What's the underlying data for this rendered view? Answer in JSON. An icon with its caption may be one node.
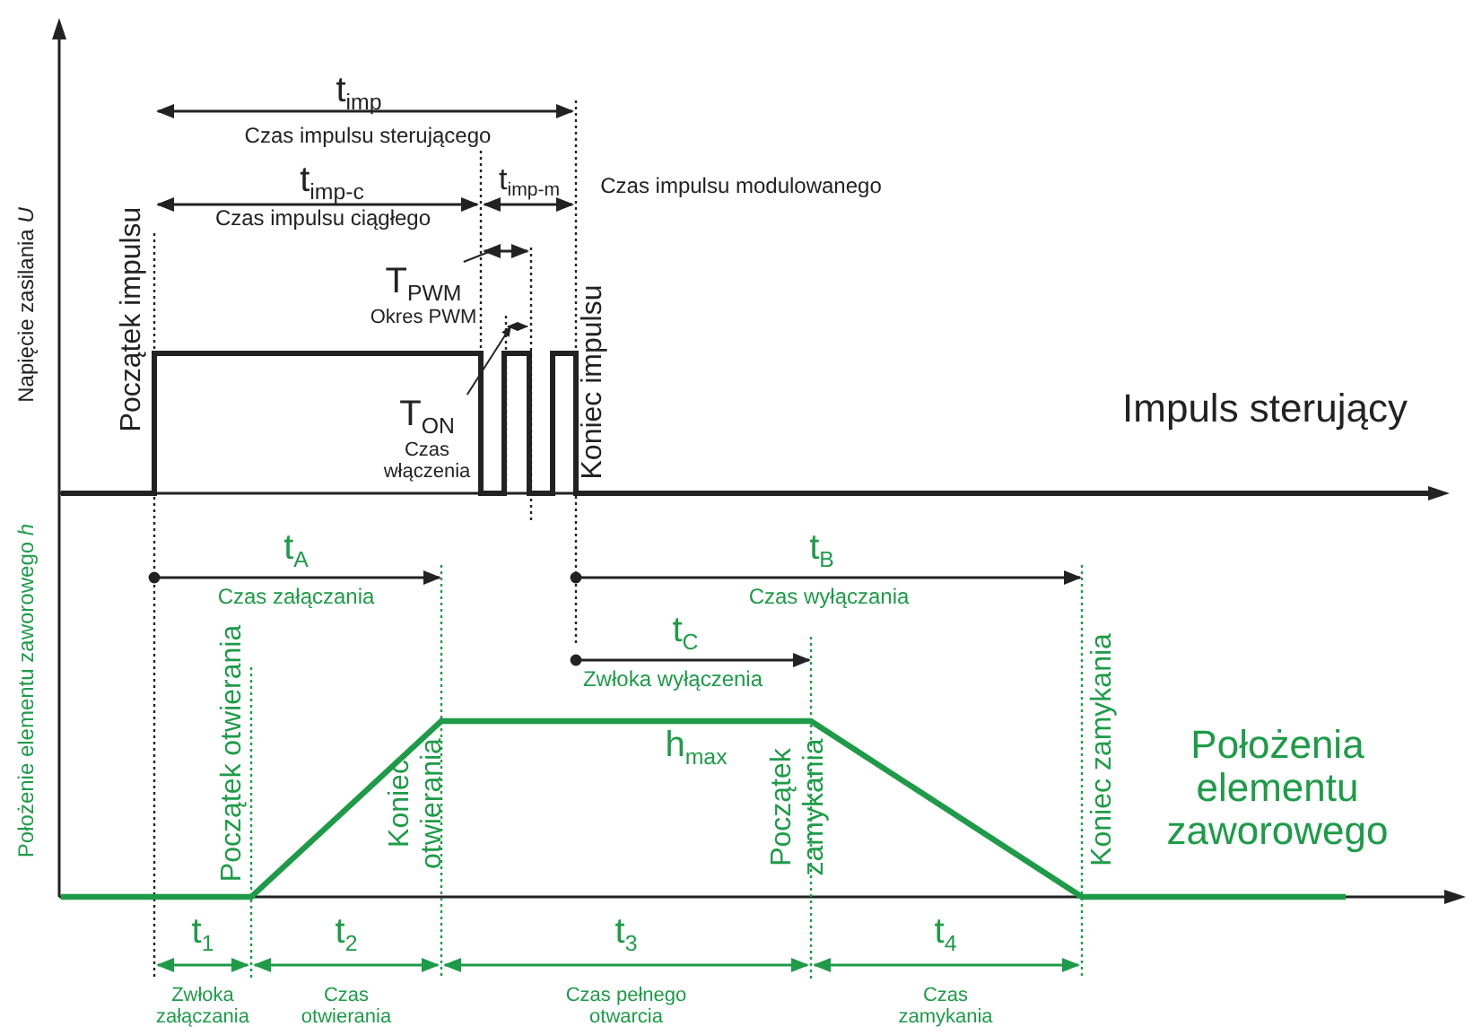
{
  "diagram": {
    "nodes": [
      {
        "text": [
          "T$_{PWM}$",
          "Okres PWM"
        ]
      },
      {
        "text": [
          "T$_{ON}$",
          "Czas włączenia"
        ]
      },
      {
        "text": [],
        "shape": "arrow"
      },
      {
        "text": [],
        "shape": "arrow"
      }
    ],
    "edges": [
      {
        "from": 0,
        "to": 2,
        "arrow": "none"
      },
      {
        "from": 1,
        "to": 3,
        "arrow": "to"
      }
    ],
    "labels": [
      "Napięcie zasilania *U*",
      "t$_{imp}$",
      "Czas impulsu sterującego",
      "t$_{imp-c}$",
      "t$_{imp-m}$",
      "Czas impulsu modulowanego",
      "Czas impulsu ciągłego",
      "Początek impulsu",
      "Koniec impulsu",
      "Impuls sterujący",
      "Położenie elementu zaworowego *h*",
      "t$_{A}$",
      "Czas załączania",
      "t$_{B}$",
      "Czas wyłączania",
      "t$_{C}$",
      "Zwłoka wyłączenia",
      "Początek otwierania",
      "h$_{max}$",
      "Koniec otwierania",
      "Początek zamykania",
      "Koniec zamykania",
      "Położenia elementu zaworowego",
      "t$_{1}$",
      "t$_{2}$",
      "t$_{3}$",
      "t$_{4}$",
      "Zwłoka załączania",
      "Czas otwierania",
      "Czas pełnego otwarcia",
      "Czas zamykania"
    ]
  }
}
